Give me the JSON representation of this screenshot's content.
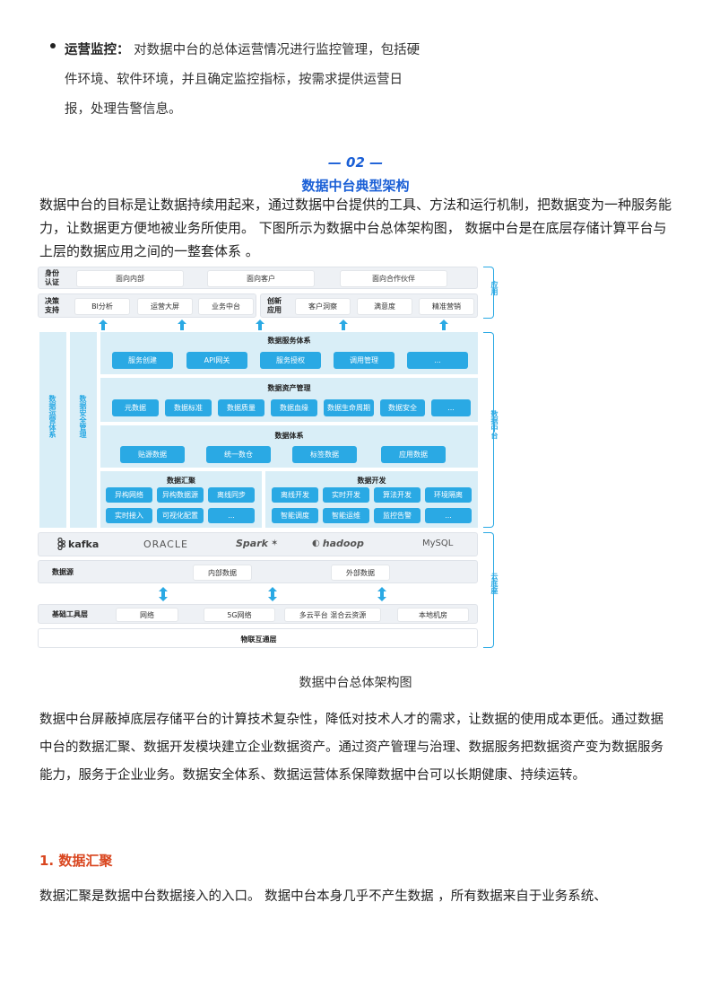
{
  "bullet": {
    "term": "运营监控：",
    "lines": [
      "对数据中台的总体运营情况进行监控管理，包括硬",
      "件环境、软件环境，并且确定监控指标，按需求提供运营日",
      "报，处理告警信息。"
    ]
  },
  "section": {
    "number": "— 02 —",
    "title": "数据中台典型架构"
  },
  "intro": "数据中台的目标是让数据持续用起来，通过数据中台提供的工具、方法和运行机制，把数据变为一种服务能力，让数据更方便地被业务所使用。 下图所示为数据中台总体架构图， 数据中台是在底层存储计算平台与上层的数据应用之间的一整套体系 。",
  "diagram": {
    "identity": {
      "label": "身份\n认证",
      "items": [
        "面向内部",
        "面向客户",
        "面向合作伙伴"
      ]
    },
    "decision": {
      "label": "决策\n支持",
      "items": [
        "BI分析",
        "运营大屏",
        "业务中台"
      ]
    },
    "innovation": {
      "label": "创新\n应用",
      "items": [
        "客户洞察",
        "满意度",
        "精准营销"
      ]
    },
    "left_vertical_1": "数据运营体系",
    "left_vertical_2": "数据安全管理",
    "service": {
      "title": "数据服务体系",
      "items": [
        "服务创建",
        "API网关",
        "服务授权",
        "调用管理",
        "..."
      ]
    },
    "asset": {
      "title": "数据资产管理",
      "items": [
        "元数据",
        "数据标准",
        "数据质量",
        "数据血缘",
        "数据生命周期",
        "数据安全",
        "..."
      ]
    },
    "system": {
      "title": "数据体系",
      "items": [
        "贴源数据",
        "统一数仓",
        "标签数据",
        "应用数据"
      ]
    },
    "gather": {
      "title": "数据汇聚",
      "row1": [
        "异构网络",
        "异构数据源",
        "离线同步"
      ],
      "row2": [
        "实时接入",
        "可视化配置",
        "..."
      ]
    },
    "develop": {
      "title": "数据开发",
      "row1": [
        "离线开发",
        "实时开发",
        "算法开发",
        "环境隔离"
      ],
      "row2": [
        "智能调度",
        "智能运维",
        "监控告警",
        "..."
      ]
    },
    "logos": [
      "kafka",
      "ORACLE",
      "Spark",
      "hadoop",
      "MySQL"
    ],
    "datasource": {
      "label": "数据源",
      "items": [
        "内部数据",
        "外部数据"
      ]
    },
    "infra": {
      "label": "基础工具层",
      "items": [
        "网络",
        "5G网络",
        "多云平台 混合云资源",
        "本地机房"
      ]
    },
    "iot": "物联互通层",
    "side_labels": {
      "app": "应用",
      "middle": "数据中台",
      "cloud": "云底座"
    }
  },
  "caption": "数据中台总体架构图",
  "body2": "数据中台屏蔽掉底层存储平台的计算技术复杂性，降低对技术人才的需求，让数据的使用成本更低。通过数据中台的数据汇聚、数据开发模块建立企业数据资产。通过资产管理与治理、数据服务把数据资产变为数据服务能力，服务于企业业务。数据安全体系、数据运营体系保障数据中台可以长期健康、持续运转。",
  "heading1": "1. 数据汇聚",
  "body3": "数据汇聚是数据中台数据接入的入口。 数据中台本身几乎不产生数据 ，所有数据来自于业务系统、",
  "colors": {
    "accent_blue": "#1a5fd6",
    "heading_orange": "#d9461f",
    "diagram_blue": "#2aa9e4"
  }
}
